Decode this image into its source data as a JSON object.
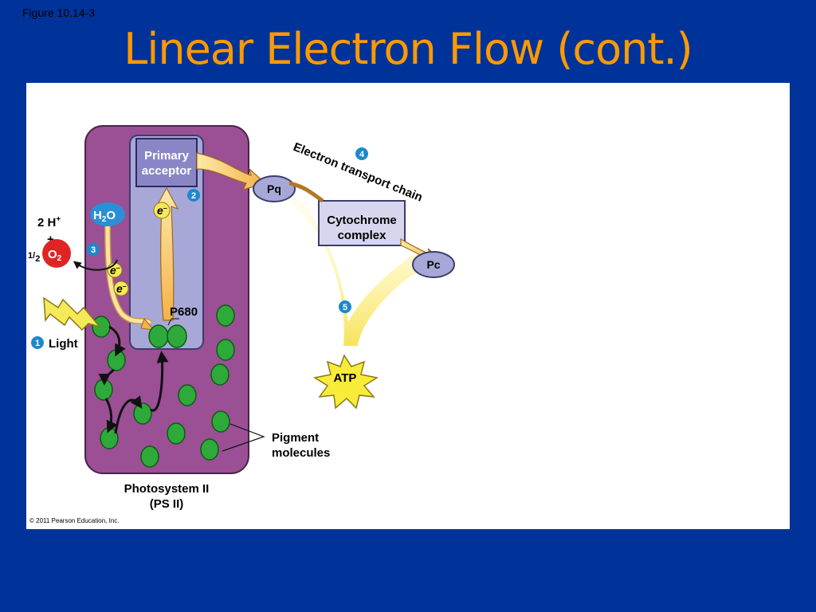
{
  "figure_label": "Figure 10.14-3",
  "title": "Linear Electron Flow (cont.)",
  "diagram": {
    "primary_acceptor": [
      "Primary",
      "acceptor"
    ],
    "pq": "Pq",
    "cytochrome": [
      "Cytochrome",
      "complex"
    ],
    "pc": "Pc",
    "etc_label": "Electron transport chain",
    "water": {
      "main": "H",
      "sub": "2",
      "tail": "O"
    },
    "protons": {
      "main": "2 H",
      "sup": "+",
      "plus": "+"
    },
    "oxygen": {
      "frac_num": "1",
      "frac_slash": "/",
      "frac_den": "2",
      "main": "O",
      "sub": "2"
    },
    "electron": {
      "letter": "e",
      "sup": "–"
    },
    "p680": "P680",
    "light": "Light",
    "atp": "ATP",
    "pigment": [
      "Pigment",
      "molecules"
    ],
    "photosystem": [
      "Photosystem II",
      "(PS II)"
    ],
    "steps": [
      "1",
      "2",
      "3",
      "4",
      "5"
    ],
    "copyright": "© 2011 Pearson Education, Inc."
  }
}
